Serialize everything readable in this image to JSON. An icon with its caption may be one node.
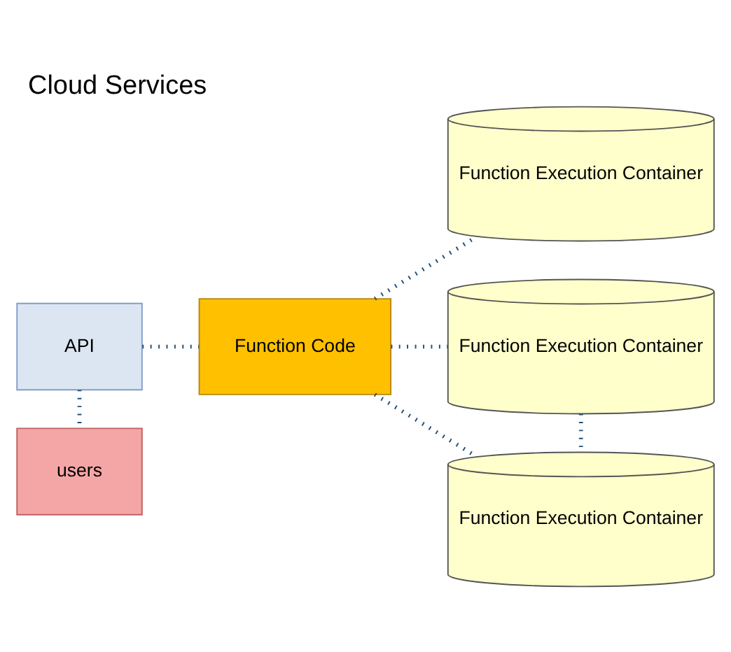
{
  "diagram": {
    "title": "Cloud Services",
    "nodes": [
      {
        "text": [
          "API"
        ]
      },
      {
        "text": [
          "Function Code"
        ]
      },
      {
        "text": [
          "users"
        ]
      },
      {
        "text": [
          "Function Execution Container"
        ]
      },
      {
        "text": [
          "Function Execution Container"
        ]
      },
      {
        "text": [
          "Function Execution Container"
        ]
      }
    ],
    "edges": [
      {
        "from": 0,
        "to": 1,
        "arrow": "none"
      },
      {
        "from": 0,
        "to": 2,
        "arrow": "none"
      },
      {
        "from": 1,
        "to": 3,
        "arrow": "none"
      },
      {
        "from": 1,
        "to": 4,
        "arrow": "none"
      },
      {
        "from": 1,
        "to": 5,
        "arrow": "none"
      },
      {
        "from": 4,
        "to": 5,
        "arrow": "none"
      }
    ]
  }
}
